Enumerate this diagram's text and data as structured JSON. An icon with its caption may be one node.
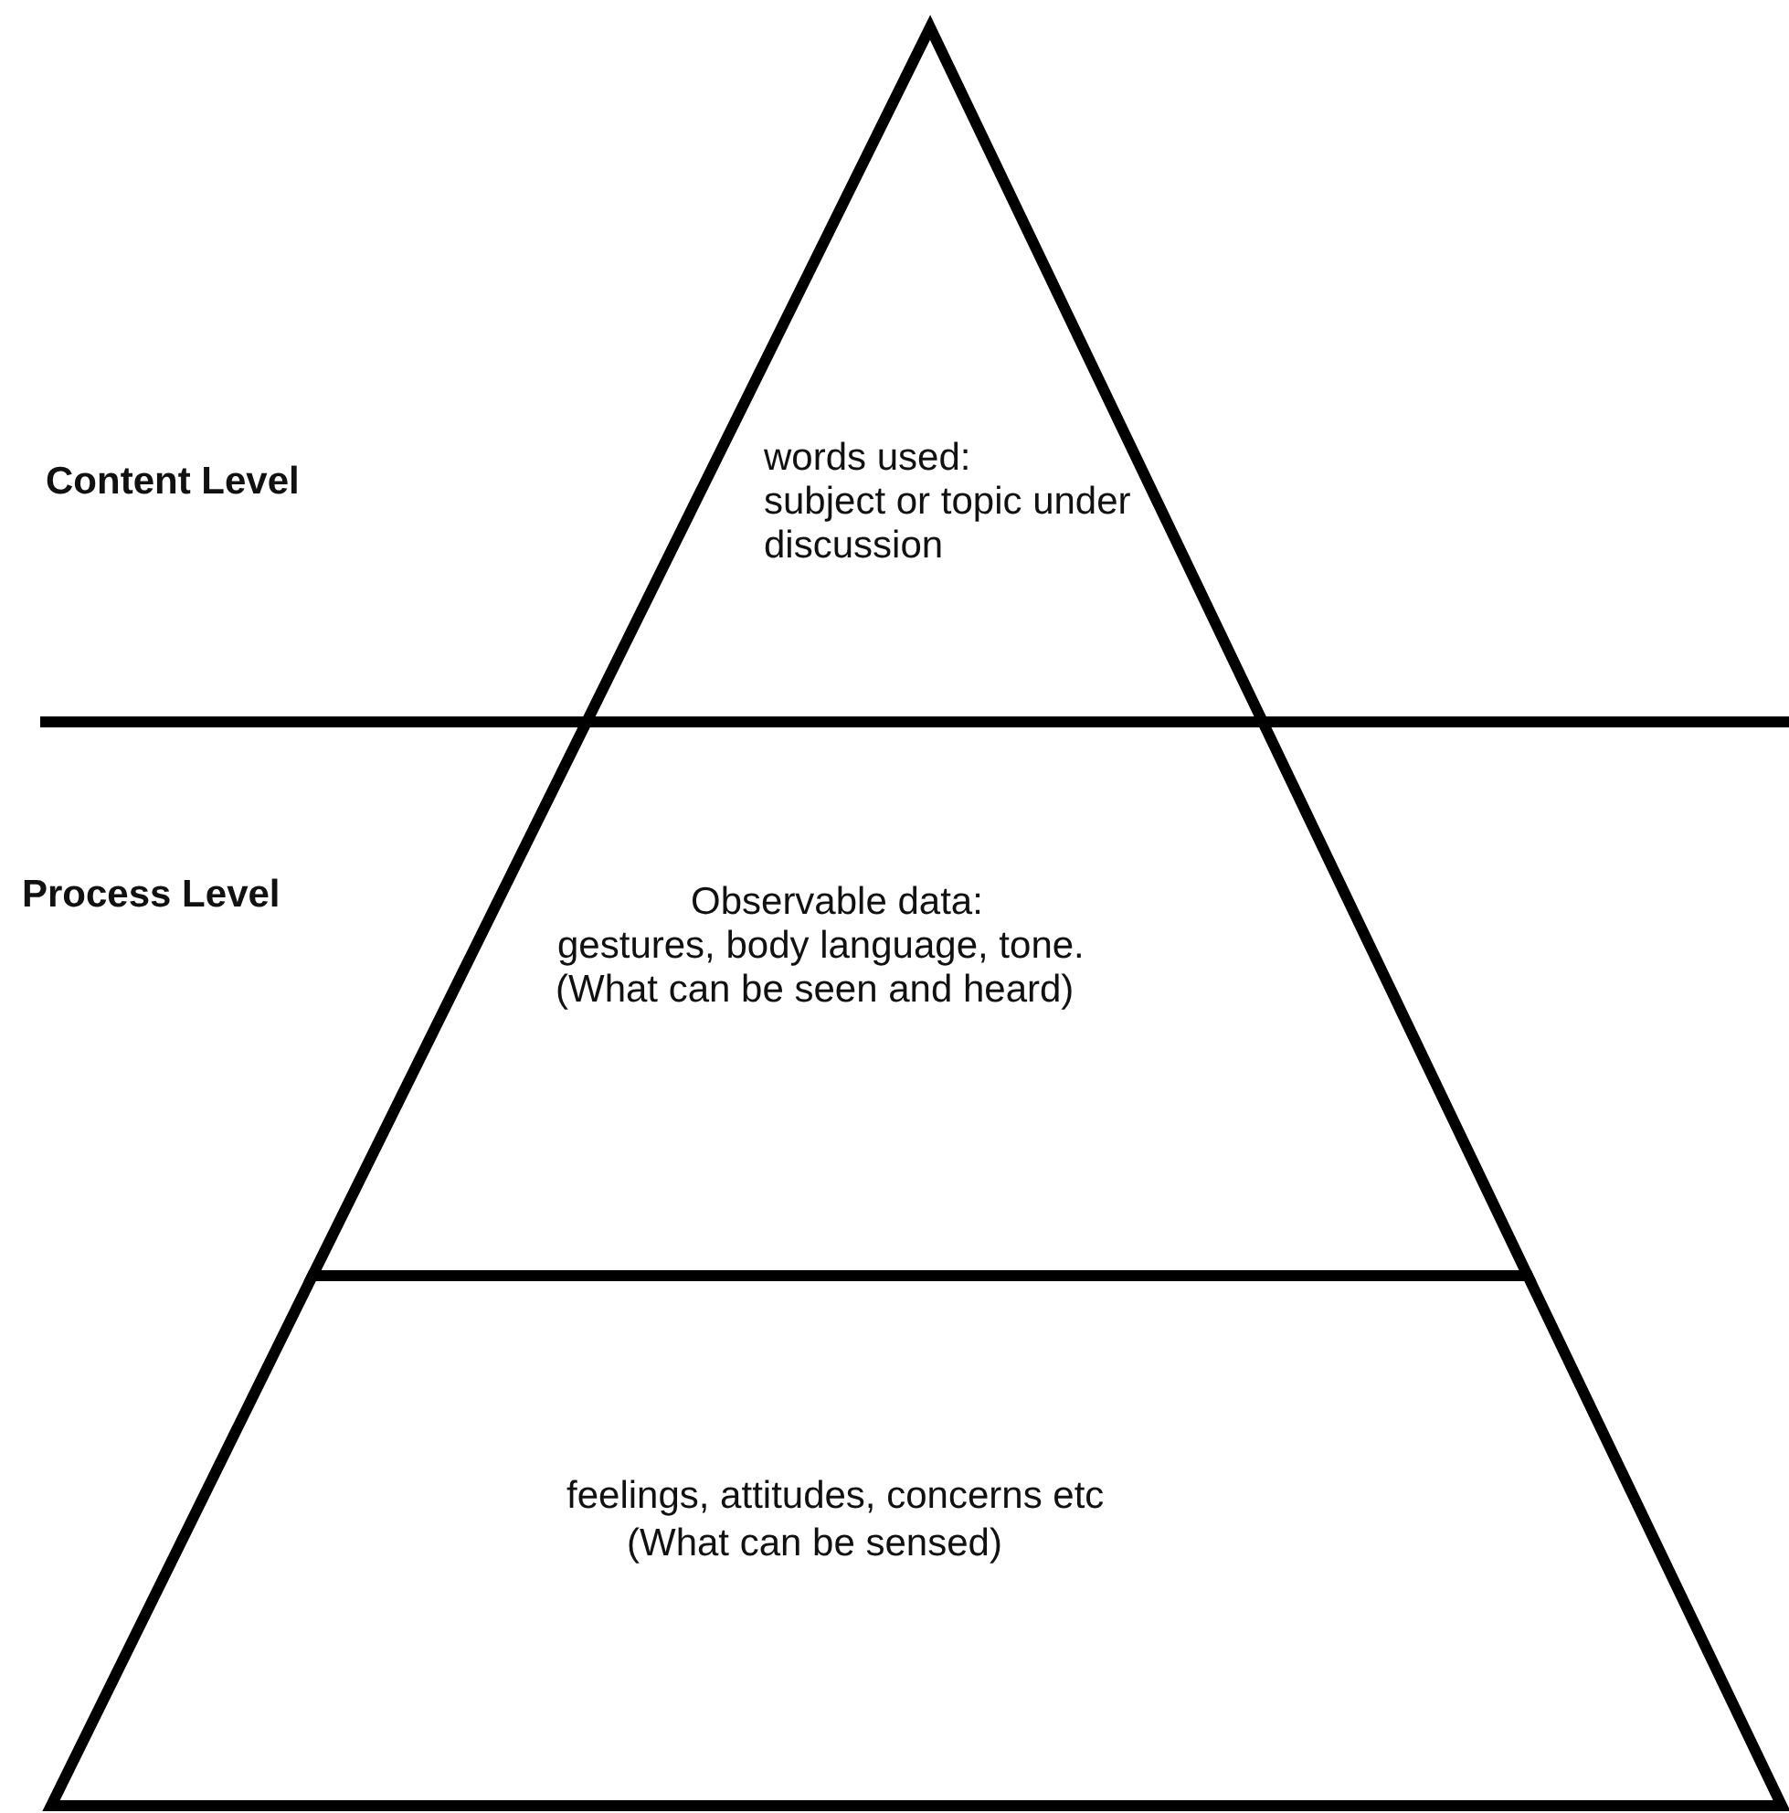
{
  "diagram": {
    "nodes": [
      {
        "text": [
          "words used:",
          "subject or topic under discussion"
        ]
      },
      {
        "text": [
          "Observable data:",
          "gestures, body language, tone.",
          "(What can be seen and heard)"
        ]
      },
      {
        "text": [
          "feelings, attitudes, concerns etc",
          "(What can be sensed)"
        ]
      }
    ],
    "edges": [],
    "labels": [
      "Content Level",
      "Process Level"
    ]
  }
}
